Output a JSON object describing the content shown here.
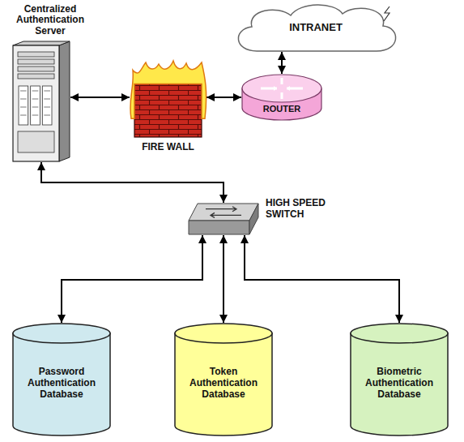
{
  "diagram": {
    "nodes": [
      {
        "text": [
          "Centralized Authentication Server"
        ]
      },
      {
        "text": [
          "FIRE WALL"
        ]
      },
      {
        "text": [
          "INTRANET"
        ]
      },
      {
        "text": [
          "ROUTER"
        ]
      },
      {
        "text": [
          "HIGH SPEED SWITCH"
        ]
      },
      {
        "text": [
          "Password Authentication Database"
        ]
      },
      {
        "text": [
          "Token Authentication Database"
        ]
      },
      {
        "text": [
          "Biometric Authentication Database"
        ]
      }
    ],
    "edges": [
      {
        "from": 0,
        "to": 1,
        "arrow": "both"
      },
      {
        "from": 1,
        "to": 3,
        "arrow": "both"
      },
      {
        "from": 2,
        "to": 3,
        "arrow": "both"
      },
      {
        "from": 0,
        "to": 4,
        "arrow": "both"
      },
      {
        "from": 4,
        "to": 5,
        "arrow": "both"
      },
      {
        "from": 4,
        "to": 6,
        "arrow": "both"
      },
      {
        "from": 4,
        "to": 7,
        "arrow": "both"
      }
    ]
  }
}
